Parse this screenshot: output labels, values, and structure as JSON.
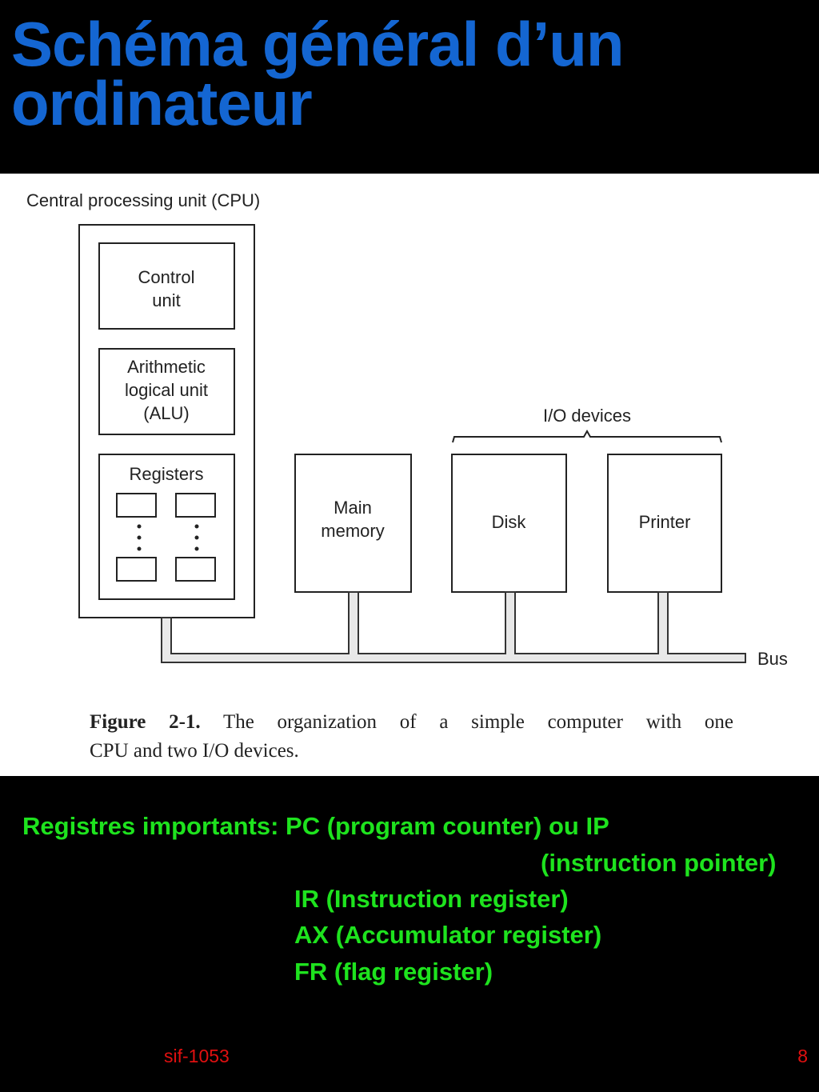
{
  "slide": {
    "title_line1": "Schéma général d’un",
    "title_line2": "ordinateur"
  },
  "figure": {
    "cpu_label": "Central processing unit (CPU)",
    "control_unit": [
      "Control",
      "unit"
    ],
    "alu": [
      "Arithmetic",
      "logical unit",
      "(ALU)"
    ],
    "registers": "Registers",
    "io_devices": "I/O devices",
    "main_memory": [
      "Main",
      "memory"
    ],
    "disk": "Disk",
    "printer": "Printer",
    "bus": "Bus",
    "caption_bold": "Figure 2-1.",
    "caption_line1": "The organization of a simple computer with one",
    "caption_line2": "CPU and two I/O devices."
  },
  "notes": {
    "line1": "Registres  important​s: PC (program counter) ou IP",
    "line2": "(instruction pointer)",
    "line3": "IR  (Instruction register)",
    "line4": "AX (Accumulator register)",
    "line5": "FR (flag register)"
  },
  "footer": {
    "course": "sif-1053",
    "page": "8"
  },
  "colors": {
    "title": "#1466d2",
    "notes": "#1ee31e",
    "footer": "#e01010",
    "background": "#000000"
  }
}
